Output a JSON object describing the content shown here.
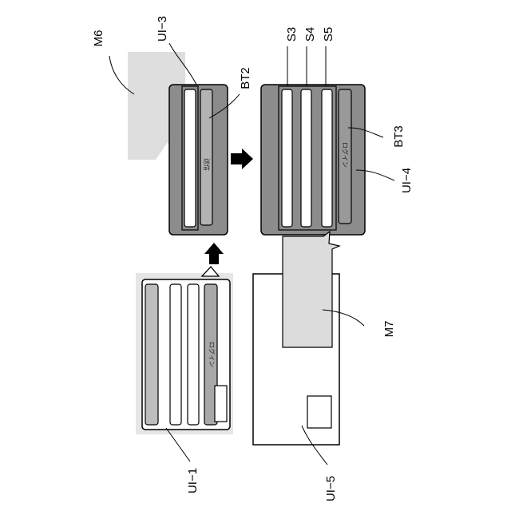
{
  "figure": {
    "labels": {
      "ui1": "UI−1",
      "ui3": "UI−3",
      "ui4": "UI−4",
      "ui5": "UI−5",
      "m6": "M6",
      "m7": "M7",
      "bt2": "BT2",
      "bt3": "BT3",
      "s3": "S3",
      "s4": "S4",
      "s5": "S5"
    },
    "button_text": {
      "ui1_login": "ログイン",
      "ui3_send": "送信",
      "ui4_login": "ログイン"
    }
  }
}
